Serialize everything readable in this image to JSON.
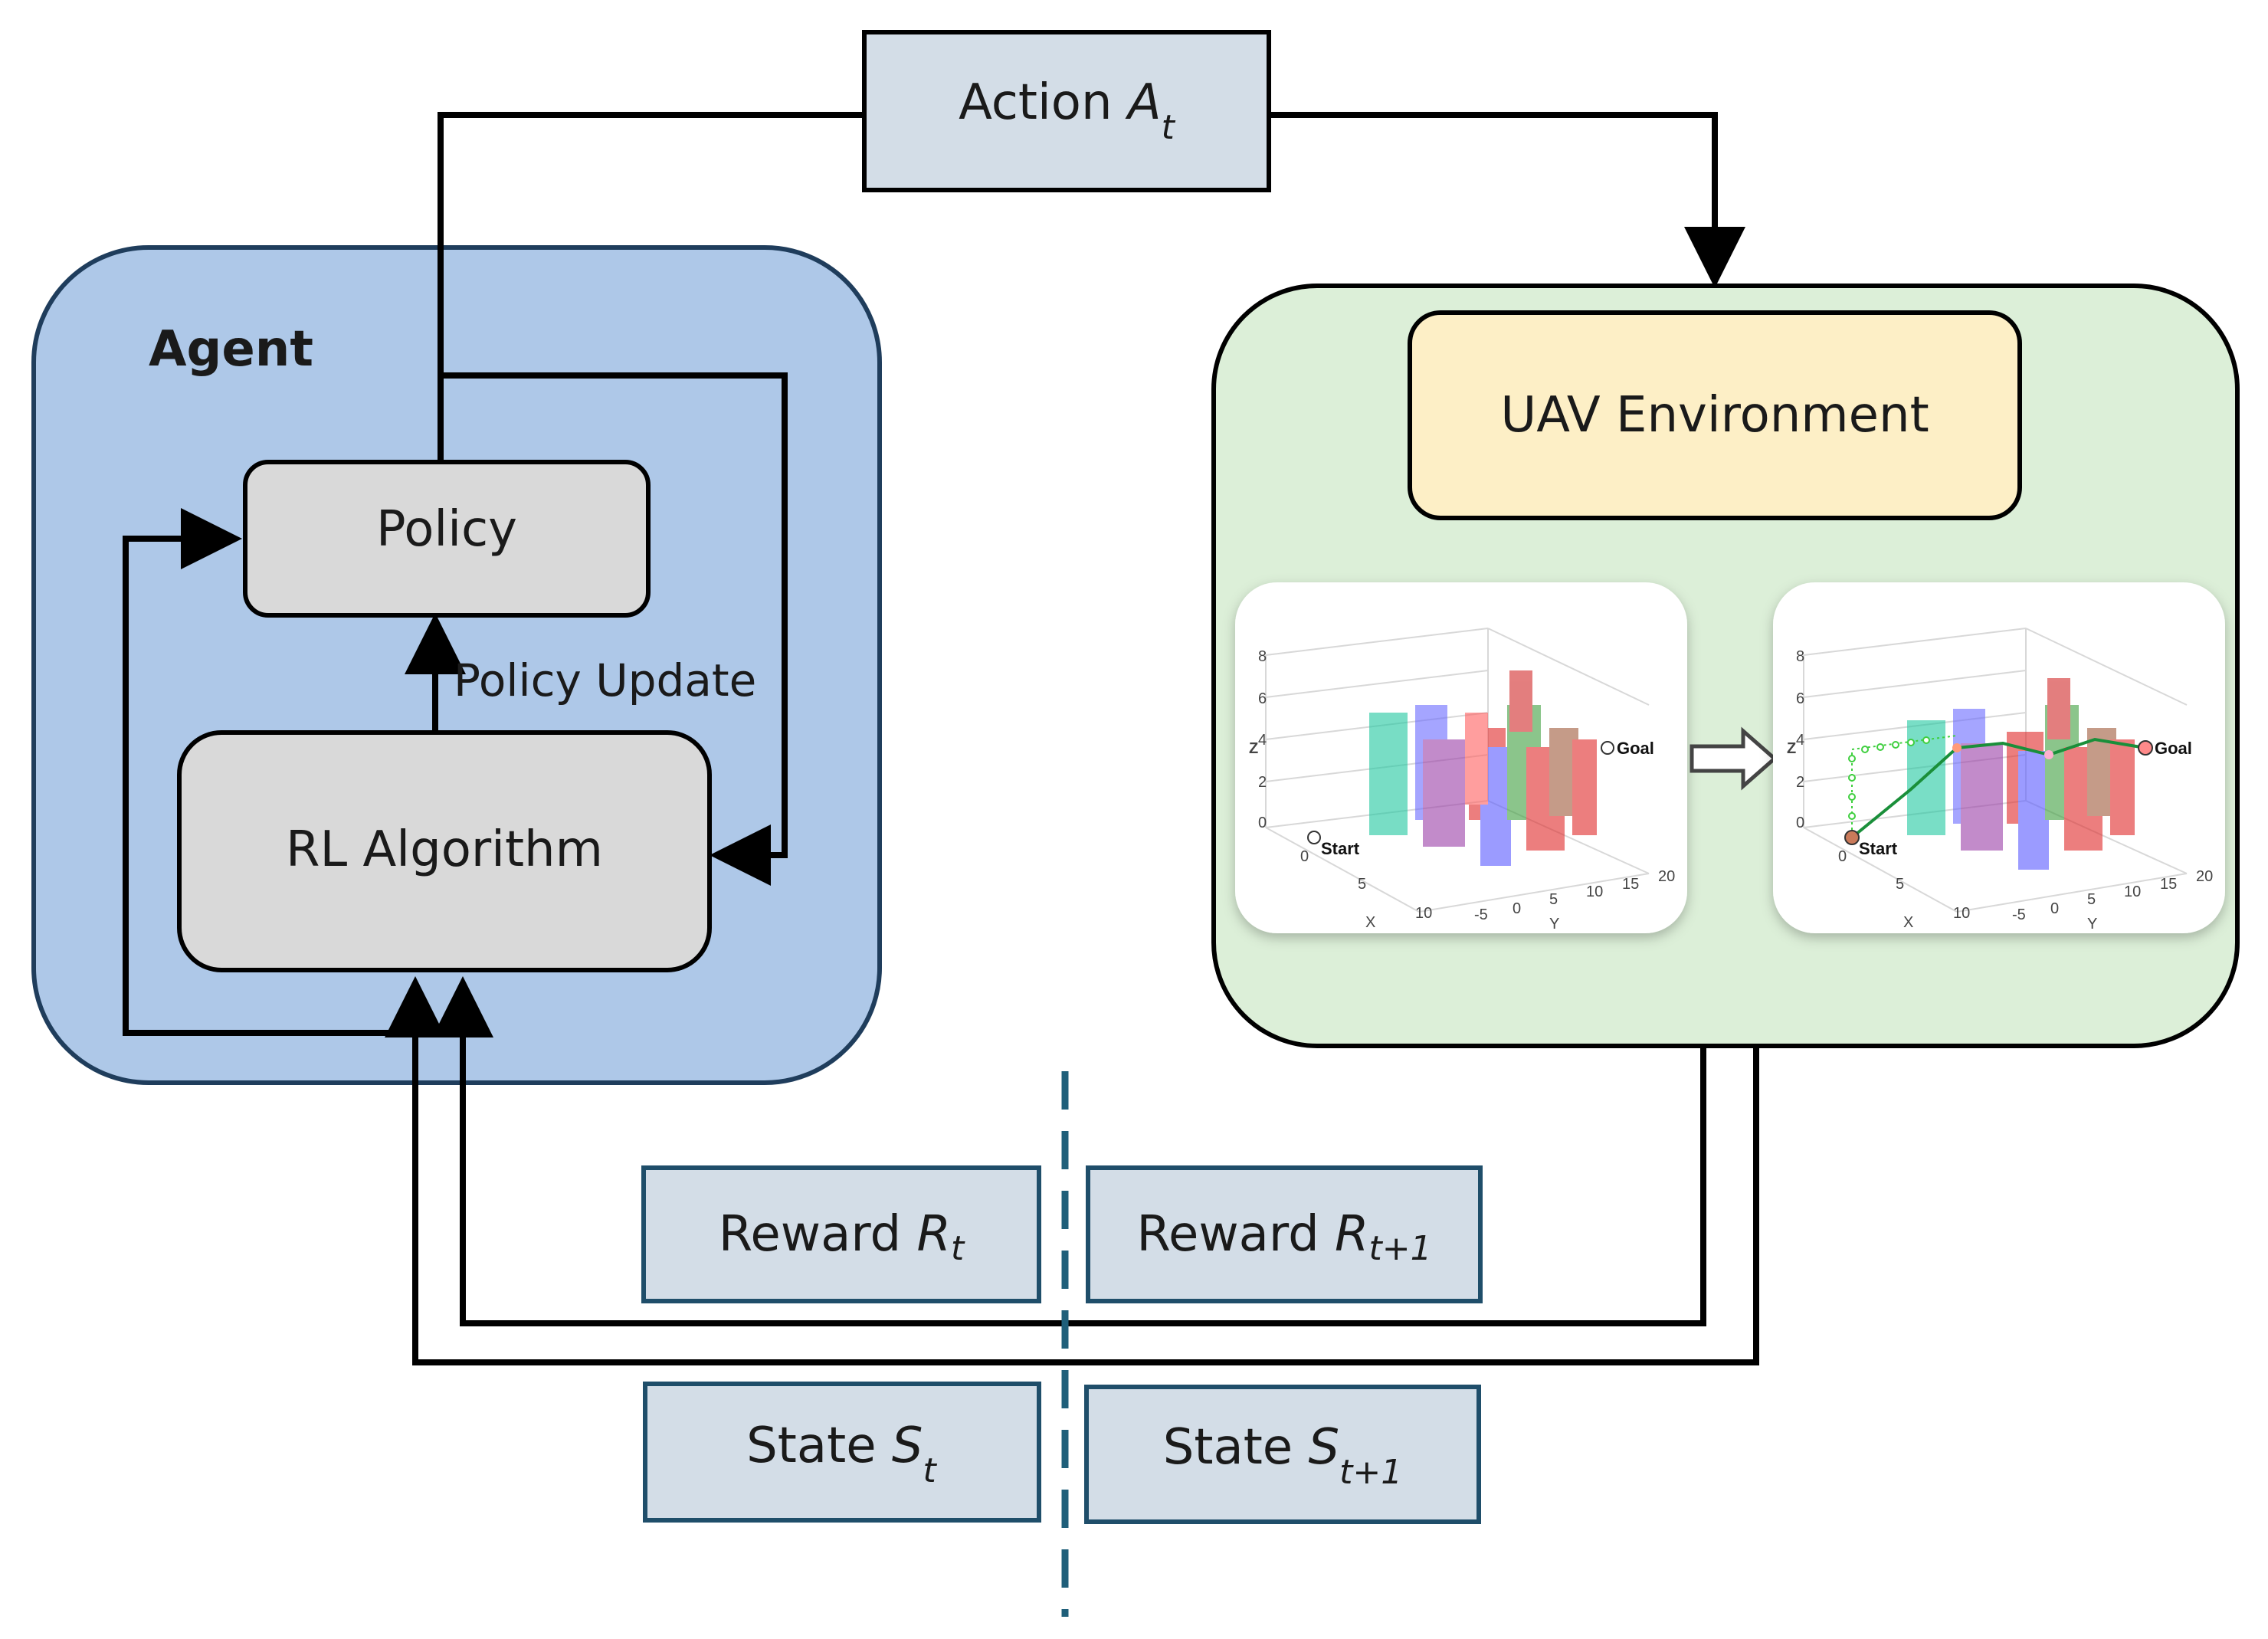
{
  "action": {
    "prefix": "Action ",
    "var": "A",
    "sub": "t"
  },
  "agent": {
    "title": "Agent",
    "policy": "Policy",
    "update": "Policy Update",
    "algorithm": "RL Algorithm"
  },
  "environment": {
    "title": "UAV Environment"
  },
  "reward_t": {
    "prefix": "Reward ",
    "var": "R",
    "sub": "t"
  },
  "reward_t1": {
    "prefix": "Reward ",
    "var": "R",
    "sub": "t+1"
  },
  "state_t": {
    "prefix": "State ",
    "var": "S",
    "sub": "t"
  },
  "state_t1": {
    "prefix": "State ",
    "var": "S",
    "sub": "t+1"
  },
  "plot": {
    "start": "Start",
    "goal": "Goal",
    "x_axis": "X",
    "y_axis": "Y",
    "z_axis": "Z",
    "z_ticks": [
      "0",
      "2",
      "4",
      "6",
      "8"
    ],
    "x_ticks": [
      "0",
      "5",
      "10"
    ],
    "y_ticks": [
      "-5",
      "0",
      "5",
      "10",
      "15",
      "20"
    ]
  },
  "colors": {
    "agent_bg": "#aec8e8",
    "agent_border": "#1f3d5c",
    "env_bg": "#dcefd8",
    "env_title_bg": "#fdefc6",
    "inner_box": "#d9d9d9",
    "label_box": "#d3dde7",
    "label_border": "#1f4e6a",
    "dashed": "#1f5f7a"
  }
}
